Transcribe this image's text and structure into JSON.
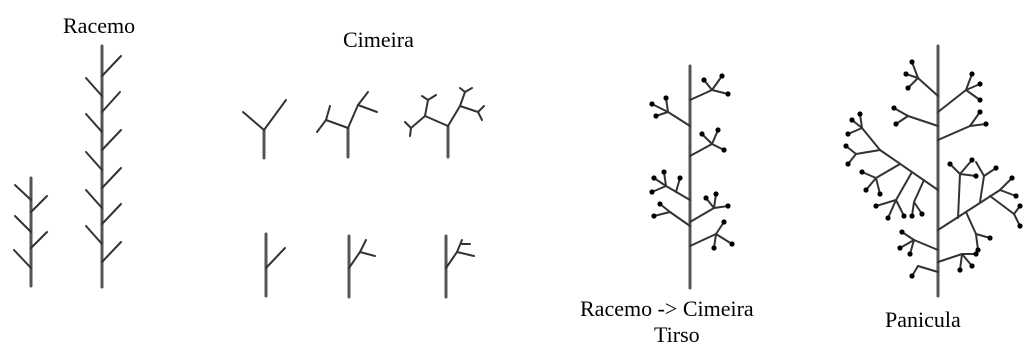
{
  "labels": {
    "racemo": "Racemo",
    "cimeira": "Cimeira",
    "racemo_cimeira": "Racemo -> Cimeira",
    "tirso": "Tirso",
    "panicula": "Panicula"
  },
  "colors": {
    "stem": "#555555",
    "branch": "#333333",
    "dot": "#000000"
  }
}
